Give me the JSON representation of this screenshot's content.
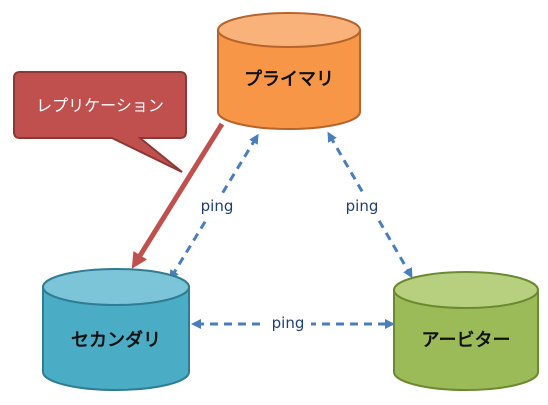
{
  "nodes": {
    "primary": {
      "label": "プライマリ",
      "fill": "#f79646",
      "top_fill": "#fab27b",
      "stroke": "#b6642c"
    },
    "secondary": {
      "label": "セカンダリ",
      "fill": "#4bacc6",
      "top_fill": "#7cc4d8",
      "stroke": "#2e7d93"
    },
    "arbiter": {
      "label": "アービター",
      "fill": "#9bbb59",
      "top_fill": "#b7d07f",
      "stroke": "#6b8a30"
    }
  },
  "links": {
    "ping_label": "ping",
    "ping_color": "#4a7ebb",
    "replication_color": "#c0504d"
  },
  "callout": {
    "label": "レプリケーション",
    "fill": "#c0504d",
    "stroke": "#8c3836"
  }
}
